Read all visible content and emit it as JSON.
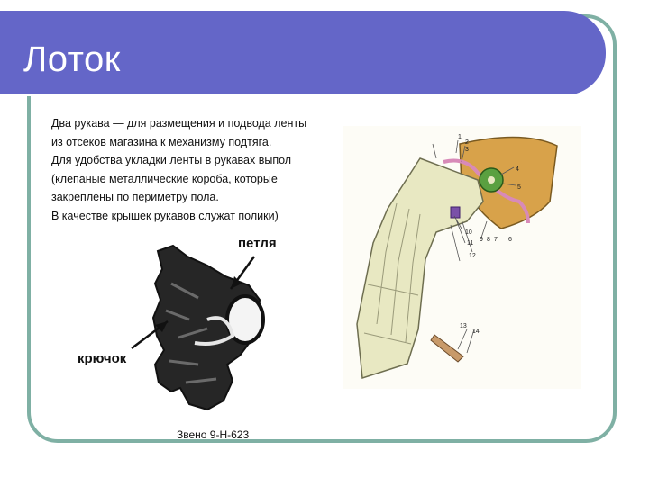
{
  "slide": {
    "title": "Лоток",
    "body_lines": [
      "Два рукава — для размещения и подвода ленты",
      "из отсеков магазина к механизму подтяга.",
      "Для удобства укладки ленты в рукавах выпол",
      "(клепаные металлические короба, которые",
      "закреплены по периметру пола.",
      "В качестве крышек рукавов служат полики)"
    ],
    "link_figure": {
      "label_loop": "петля",
      "label_hook": "крючок",
      "caption": "Звено 9-Н-623"
    },
    "chute_figure": {
      "callouts": [
        "1",
        "2",
        "3",
        "4",
        "5",
        "6",
        "7",
        "8",
        "9",
        "10",
        "11",
        "12",
        "13",
        "14"
      ]
    }
  },
  "colors": {
    "title_bar": "#6466c8",
    "frame_border": "#7fb0a4",
    "chute_body": "#e8e8c2",
    "chute_tan": "#d8a24a",
    "belt_pink": "#d88ab8",
    "gear_green": "#5aa040",
    "guide_purple": "#7a50a8"
  }
}
